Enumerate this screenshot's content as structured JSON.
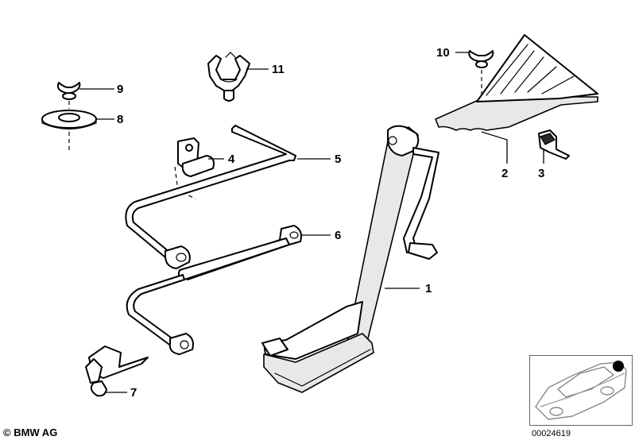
{
  "callouts": [
    {
      "id": "1",
      "label": "1"
    },
    {
      "id": "2",
      "label": "2"
    },
    {
      "id": "3",
      "label": "3"
    },
    {
      "id": "4",
      "label": "4"
    },
    {
      "id": "5",
      "label": "5"
    },
    {
      "id": "6",
      "label": "6"
    },
    {
      "id": "7",
      "label": "7"
    },
    {
      "id": "8",
      "label": "8"
    },
    {
      "id": "9",
      "label": "9"
    },
    {
      "id": "10",
      "label": "10"
    },
    {
      "id": "11",
      "label": "11"
    }
  ],
  "footer": {
    "copyright": "© BMW AG",
    "diagram_number": "00024619"
  }
}
